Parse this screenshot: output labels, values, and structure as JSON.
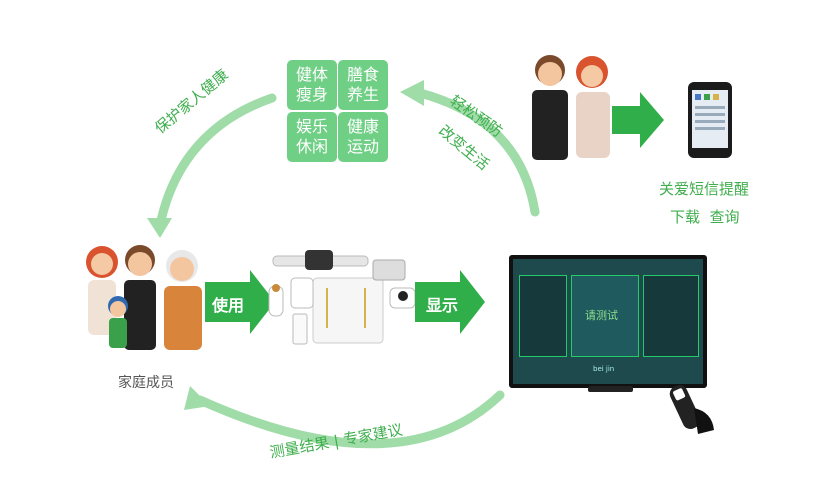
{
  "tiles": [
    {
      "label": "健体瘦身"
    },
    {
      "label": "膳食养生"
    },
    {
      "label": "娱乐休闲"
    },
    {
      "label": "健康运动"
    }
  ],
  "arc_labels": {
    "top_left": "保护家人健康",
    "top_right_outer": "轻松预防",
    "top_right_inner": "改变生活",
    "bottom": "测量结果 | 专家建议"
  },
  "arrows": {
    "use": "使用",
    "display": "显示"
  },
  "labels": {
    "family": "家庭成员",
    "sms_care": "关爱短信提醒",
    "download_query": "下载  查询"
  },
  "tv": {
    "screen_prompt": "请测试",
    "brand": "bei jin"
  },
  "colors": {
    "arc": "#9fdca8",
    "accent": "#2fae4a",
    "tile": "#6fcf85"
  },
  "icons": [
    "family-illustration-icon",
    "elderly-couple-icon",
    "smartphone-icon",
    "health-devices-icon",
    "tv-icon",
    "remote-control-icon"
  ]
}
